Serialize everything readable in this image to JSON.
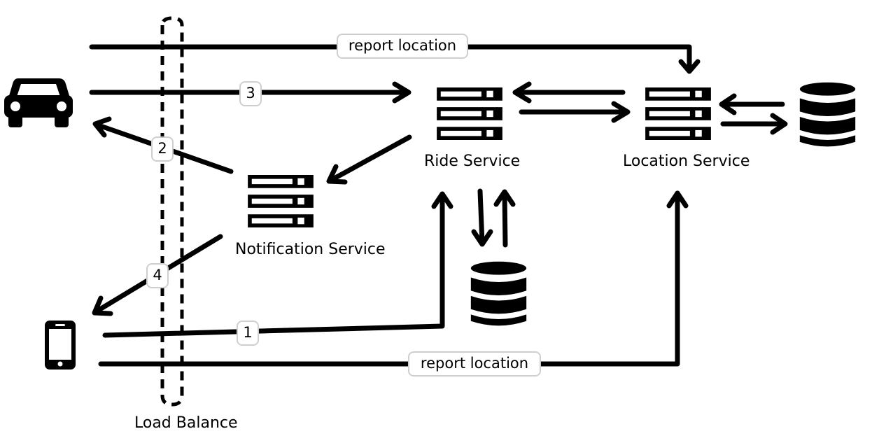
{
  "nodes": {
    "ride_service": "Ride Service",
    "location_service": "Location Service",
    "notification_service": "Notification Service",
    "load_balance": "Load Balance"
  },
  "edges": {
    "driver_report_location": "report location",
    "rider_report_location": "report location",
    "step_1": "1",
    "step_2": "2",
    "step_3": "3",
    "step_4": "4"
  },
  "icons": {
    "driver": "car-icon",
    "rider": "phone-icon",
    "server": "server-icon",
    "database": "database-icon"
  }
}
